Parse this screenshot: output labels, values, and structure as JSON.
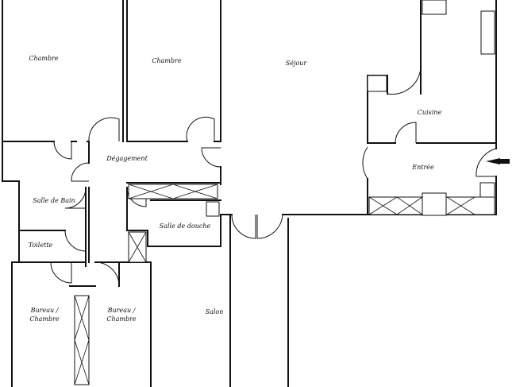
{
  "rooms": {
    "chambre_1": "Chambre",
    "chambre_2": "Chambre",
    "sejour": "Séjour",
    "cuisine": "Cuisine",
    "degagement": "Dégagement",
    "entree": "Entrée",
    "salle_de_bain": "Salle de Bain",
    "salle_de_douche": "Salle de douche",
    "toilette": "Toilette",
    "bureau_1_line1": "Bureau /",
    "bureau_1_line2": "Chambre",
    "bureau_2_line1": "Bureau /",
    "bureau_2_line2": "Chambre",
    "salon": "Salon"
  },
  "icons": {
    "entrance_arrow": "arrow-left-icon"
  }
}
